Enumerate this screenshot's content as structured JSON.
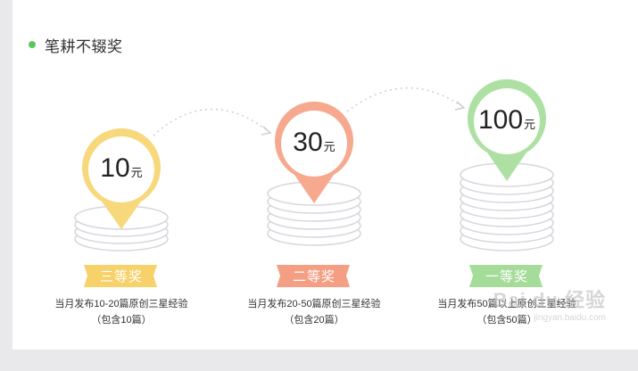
{
  "section": {
    "title": "笔耕不辍奖"
  },
  "tiers": [
    {
      "amount": "10",
      "unit": "元",
      "rank": "三等奖",
      "desc_line1": "当月发布10-20篇原创三星经验",
      "desc_line2": "（包含10篇）",
      "pin_color": "#f8d87c",
      "ribbon_color": "#f7d16a"
    },
    {
      "amount": "30",
      "unit": "元",
      "rank": "二等奖",
      "desc_line1": "当月发布20-50篇原创三星经验",
      "desc_line2": "（包含20篇）",
      "pin_color": "#f6a98e",
      "ribbon_color": "#f49f84"
    },
    {
      "amount": "100",
      "unit": "元",
      "rank": "一等奖",
      "desc_line1": "当月发布50篇以上原创三星经验",
      "desc_line2": "（包含50篇）",
      "pin_color": "#aee0a4",
      "ribbon_color": "#a5dc9a"
    }
  ],
  "watermark": {
    "brand": "Bai du 经验",
    "url": "jingyan.baidu.com"
  }
}
